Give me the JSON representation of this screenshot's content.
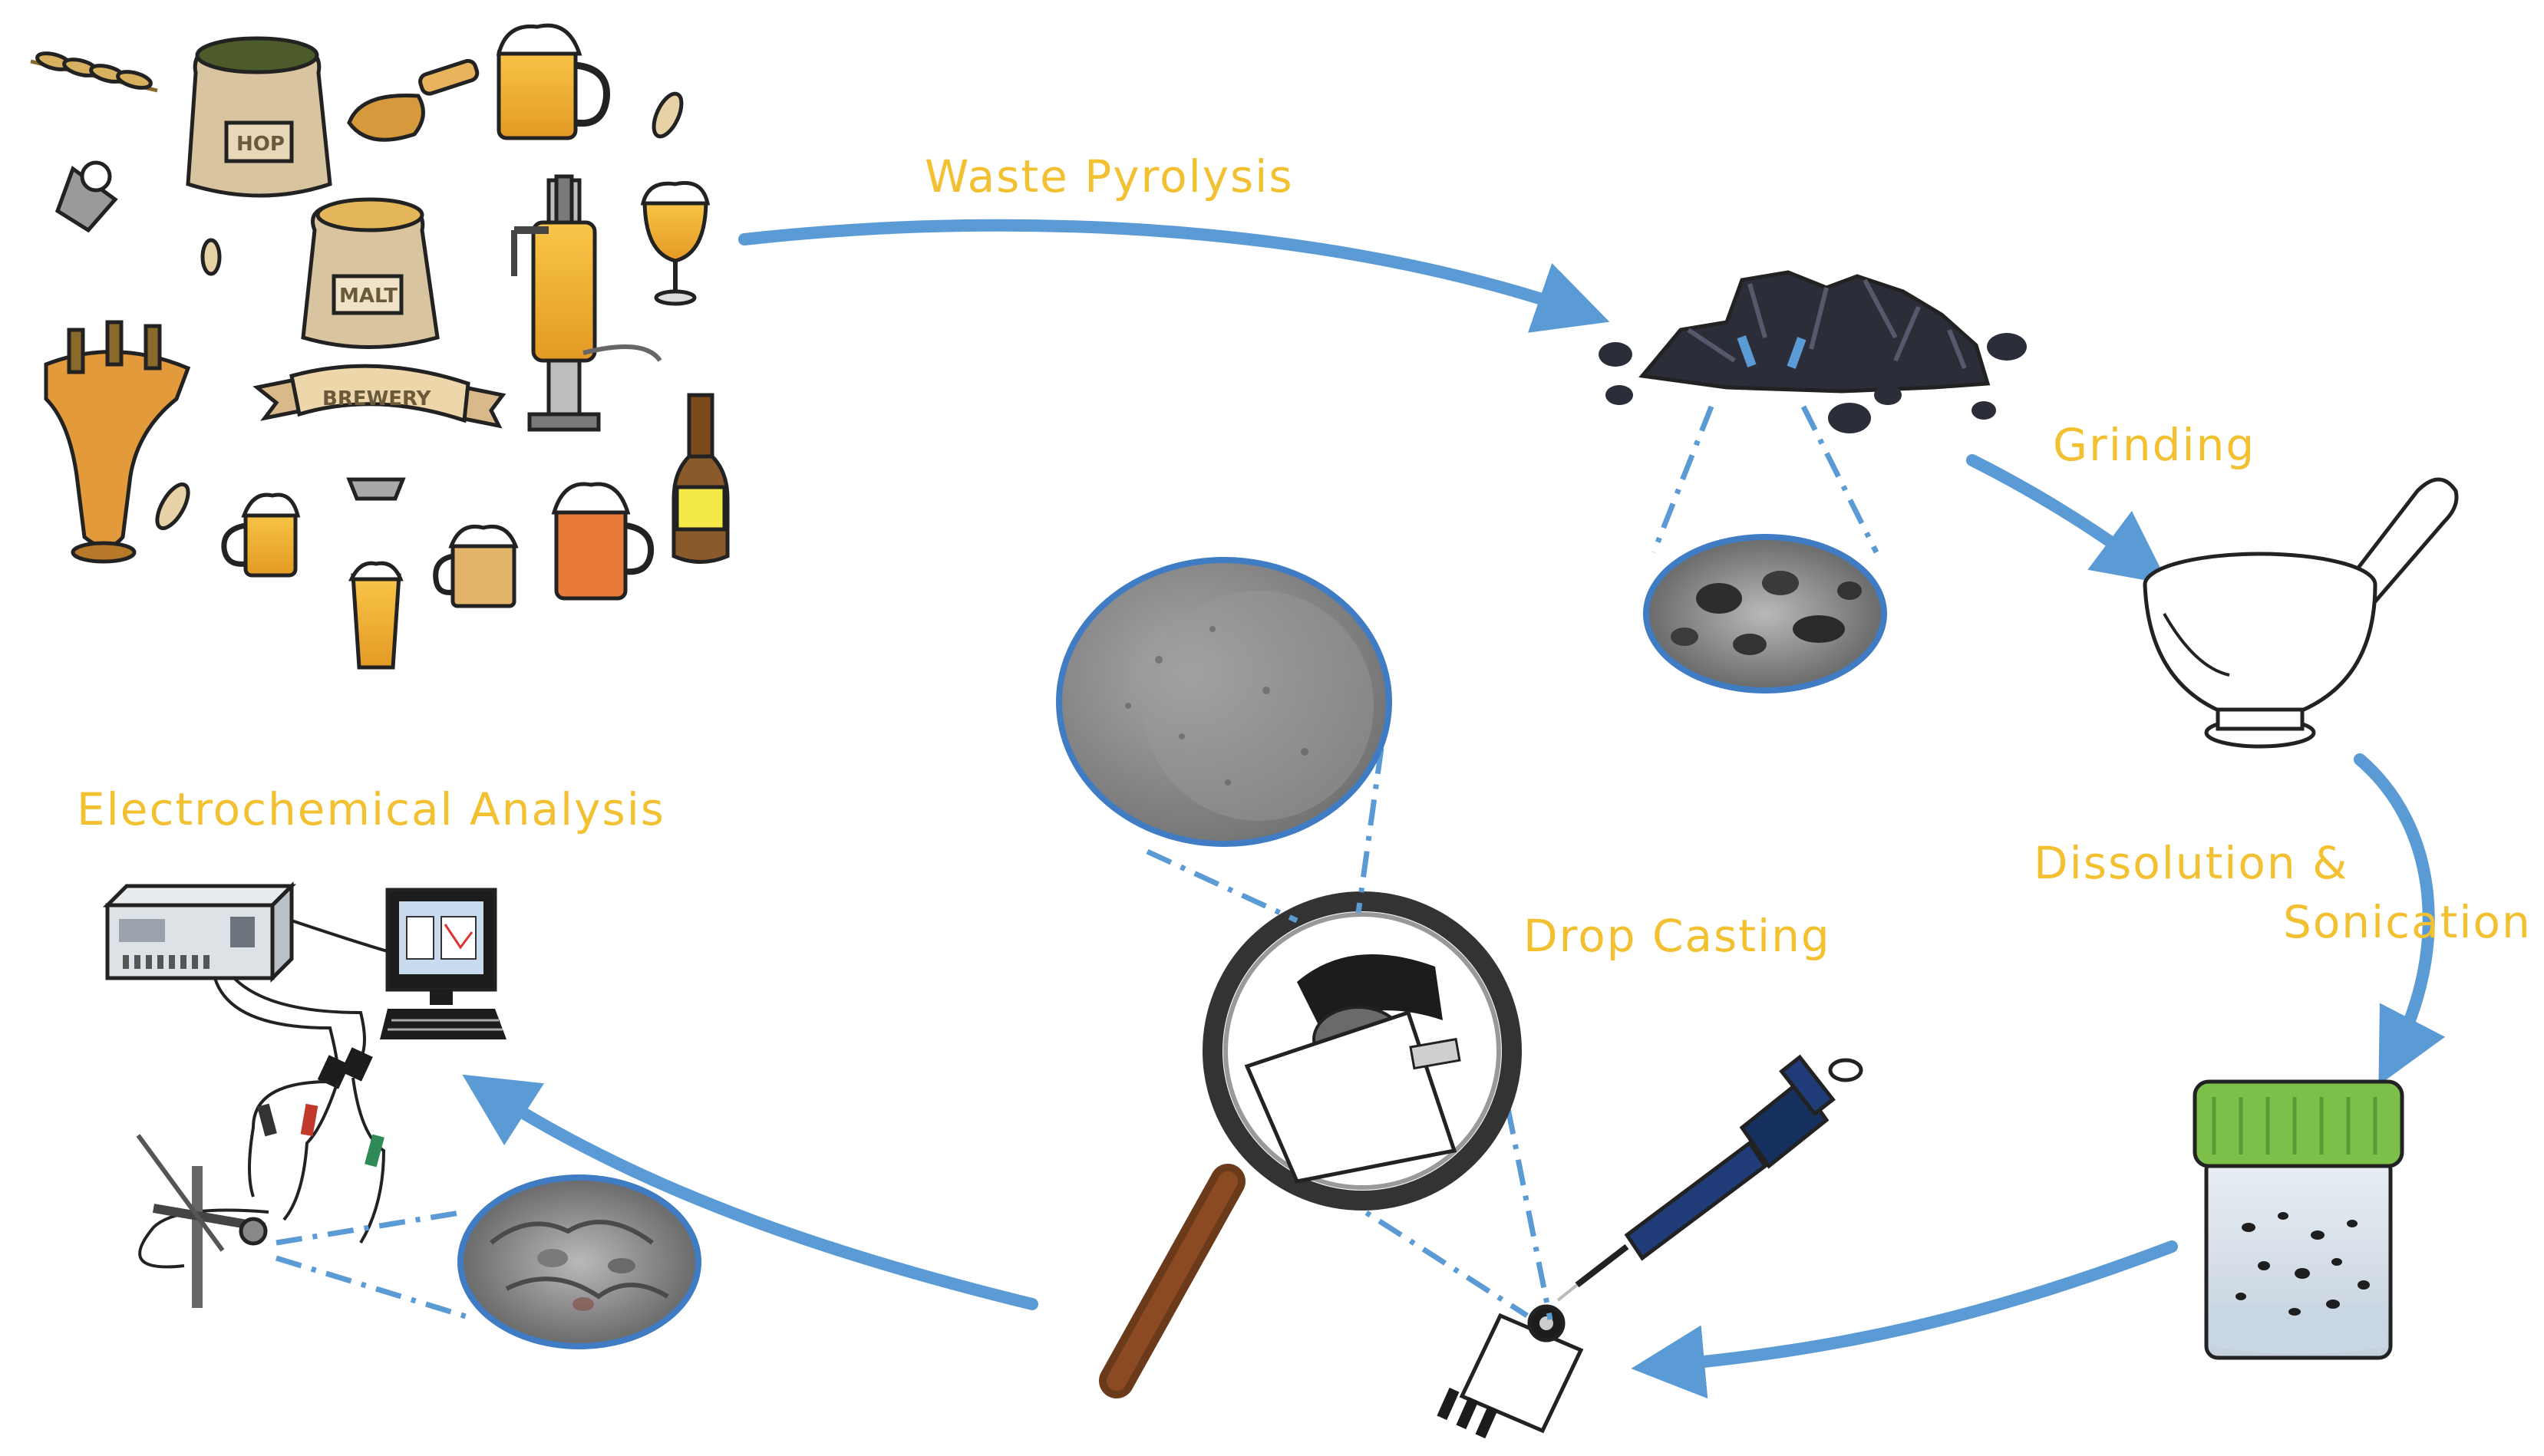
{
  "steps": {
    "waste_pyrolysis": "Waste Pyrolysis",
    "grinding": "Grinding",
    "dissolution_line1": "Dissolution &",
    "dissolution_line2": "Sonication",
    "drop_casting": "Drop Casting",
    "electrochemical_analysis": "Electrochemical Analysis"
  },
  "illustration_text": {
    "hop_sack": "HOP",
    "malt_sack": "MALT",
    "brewery_banner": "BREWERY"
  },
  "colors": {
    "label": "#f2c030",
    "arrow": "#5b9bd5",
    "jar_lid": "#7cc04a",
    "carbon": "#2b2d38"
  },
  "icons": [
    "brewery-waste-collage",
    "biochar-pile",
    "sem-zoom-biochar",
    "mortar-and-pestle",
    "vial-with-dispersion",
    "micropipette",
    "screen-printed-electrode",
    "magnifying-glass",
    "electrode-surface-zoom",
    "sem-zoom-modified-electrode",
    "potentiostat",
    "computer",
    "electrochemical-cell-stand"
  ]
}
